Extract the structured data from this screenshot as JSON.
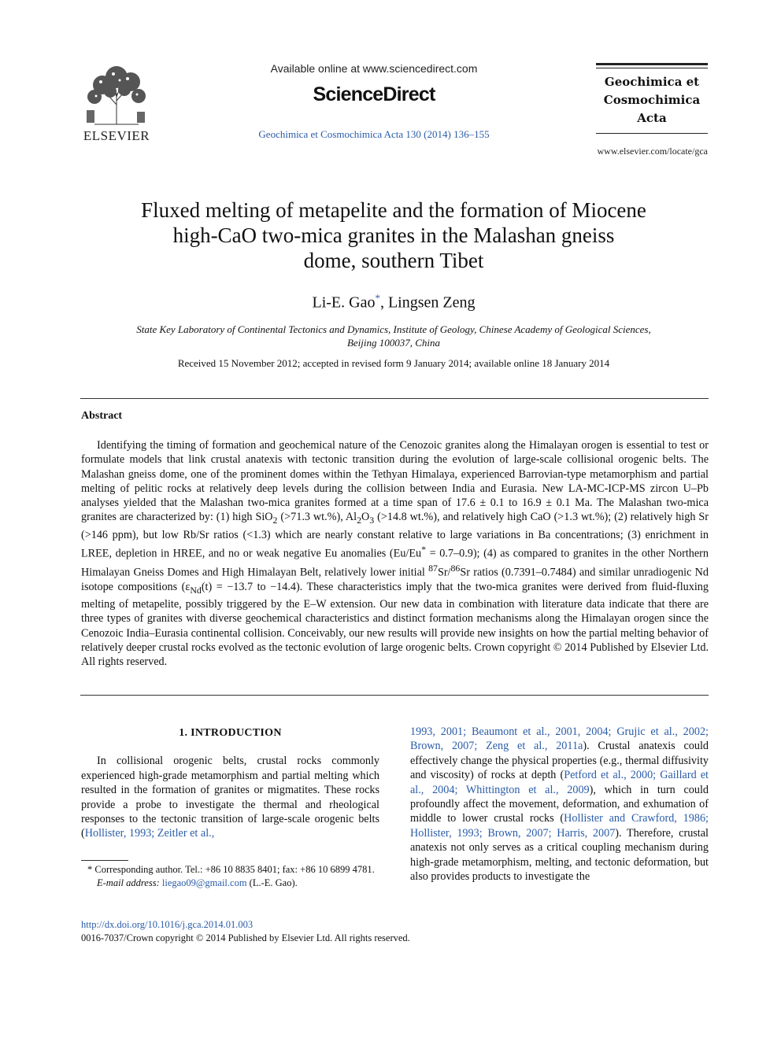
{
  "header": {
    "publisher_wordmark": "ELSEVIER",
    "available_online": "Available online at www.sciencedirect.com",
    "platform": "ScienceDirect",
    "journal_citation": "Geochimica et Cosmochimica Acta 130 (2014) 136–155",
    "journal_title_lines": [
      "Geochimica et",
      "Cosmochimica",
      "Acta"
    ],
    "journal_url": "www.elsevier.com/locate/gca"
  },
  "article": {
    "title_lines": [
      "Fluxed melting of metapelite and the formation of Miocene",
      "high-CaO two-mica granites in the Malashan gneiss",
      "dome, southern Tibet"
    ],
    "author1": "Li-E. Gao",
    "author1_mark": "*",
    "author_sep": ", ",
    "author2": "Lingsen Zeng",
    "affiliation_lines": [
      "State Key Laboratory of Continental Tectonics and Dynamics, Institute of Geology, Chinese Academy of Geological Sciences,",
      "Beijing 100037, China"
    ],
    "dates": "Received 15 November 2012; accepted in revised form 9 January 2014; available online 18 January 2014"
  },
  "abstract": {
    "heading": "Abstract",
    "p1": "Identifying the timing of formation and geochemical nature of the Cenozoic granites along the Himalayan orogen is essential to test or formulate models that link crustal anatexis with tectonic transition during the evolution of large-scale collisional orogenic belts. The Malashan gneiss dome, one of the prominent domes within the Tethyan Himalaya, experienced Barrovian-type metamorphism and partial melting of pelitic rocks at relatively deep levels during the collision between India and Eurasia. New LA-MC-ICP-MS zircon U–Pb analyses yielded that the Malashan two-mica granites formed at a time span of 17.6 ± 0.1 to 16.9 ± 0.1 Ma. The Malashan two-mica granites are characterized by: (1) high SiO",
    "sub2": "2",
    "p2": " (>71.3 wt.%), Al",
    "p3": "O",
    "sub3": "3",
    "p4": " (>14.8 wt.%), and relatively high CaO (>1.3 wt.%); (2) relatively high Sr (>146 ppm), but low Rb/Sr ratios (<1.3) which are nearly constant relative to large variations in Ba concentrations; (3) enrichment in LREE, depletion in HREE, and no or weak negative Eu anomalies (Eu/Eu",
    "sup_star": "*",
    "p5": " = 0.7–0.9); (4) as compared to granites in the other Northern Himalayan Gneiss Domes and High Himalayan Belt, relatively lower initial ",
    "sup87": "87",
    "p6": "Sr/",
    "sup86": "86",
    "p7": "Sr ratios (0.7391–0.7484) and similar unradiogenic Nd isotope compositions (ε",
    "subNd": "Nd",
    "p8": "(t) = −13.7 to −14.4). These characteristics imply that the two-mica granites were derived from fluid-fluxing melting of metapelite, possibly triggered by the E–W extension. Our new data in combination with literature data indicate that there are three types of granites with diverse geochemical characteristics and distinct formation mechanisms along the Himalayan orogen since the Cenozoic India–Eurasia continental collision. Conceivably, our new results will provide new insights on how the partial melting behavior of relatively deeper crustal rocks evolved as the tectonic evolution of large orogenic belts. Crown copyright © 2014 Published by Elsevier Ltd. All rights reserved."
  },
  "intro": {
    "heading": "1. INTRODUCTION",
    "left_text": "In collisional orogenic belts, crustal rocks commonly experienced high-grade metamorphism and partial melting which resulted in the formation of granites or migmatites. These rocks provide a probe to investigate the thermal and rheological responses to the tectonic transition of large-scale orogenic belts (",
    "left_cite": "Hollister, 1993; Zeitler et al.,",
    "right_cite1": "1993, 2001; Beaumont et al., 2001, 2004; Grujic et al., 2002; Brown, 2007; Zeng et al., 2011a",
    "right_t1": "). Crustal anatexis could effectively change the physical properties (e.g., thermal diffusivity and viscosity) of rocks at depth (",
    "right_cite2": "Petford et al., 2000; Gaillard et al., 2004; Whittington et al., 2009",
    "right_t2": "), which in turn could profoundly affect the movement, deformation, and exhumation of middle to lower crustal rocks (",
    "right_cite3": "Hollister and Crawford, 1986; Hollister, 1993; Brown, 2007; Harris, 2007",
    "right_t3": "). Therefore, crustal anatexis not only serves as a critical coupling mechanism during high-grade metamorphism, melting, and tectonic deformation, but also provides products to investigate the"
  },
  "footnote": {
    "line1": "* Corresponding author. Tel.: +86 10 8835 8401; fax: +86 10 6899 4781.",
    "email_label": "E-mail address:",
    "email": "liegao09@gmail.com",
    "email_tail": " (L.-E. Gao)."
  },
  "footer": {
    "doi": "http://dx.doi.org/10.1016/j.gca.2014.01.003",
    "copyright": "0016-7037/Crown copyright © 2014 Published by Elsevier Ltd. All rights reserved."
  },
  "colors": {
    "link": "#2a5ca8",
    "text": "#111111"
  }
}
